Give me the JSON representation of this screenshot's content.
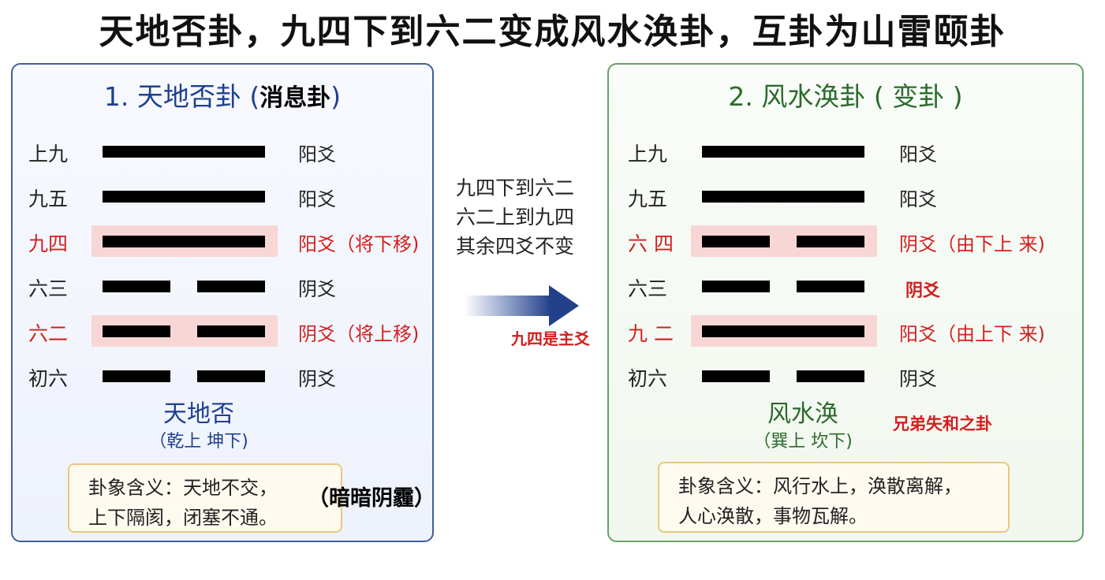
{
  "title": "天地否卦，九四下到六二变成风水涣卦，互卦为山雷颐卦",
  "left": {
    "title": "1. 天地否卦 (",
    "title_note": "消息卦",
    "title_end": ")",
    "rows": [
      {
        "label": "上九",
        "note": "阳爻"
      },
      {
        "label": "九五",
        "note": "阳爻"
      },
      {
        "label": "九四",
        "note": "阳爻（将下移)"
      },
      {
        "label": "六三",
        "note": "阴爻"
      },
      {
        "label": "六二",
        "note": "阴爻（将上移)"
      },
      {
        "label": "初六",
        "note": "阴爻"
      }
    ],
    "hex_name": "天地否",
    "hex_sub": "（乾上 坤下)",
    "meaning_line1": "卦象含义：天地不交，",
    "meaning_line2": "上下隔阂，闭塞不通。",
    "meaning_note": "（暗暗阴霾）"
  },
  "middle": {
    "line1": "九四下到六二",
    "line2": "六二上到九四",
    "line3": "其余四爻不变",
    "arrow_note": "九四是主爻"
  },
  "right": {
    "title": "2. 风水涣卦 ( 变卦 )",
    "rows": [
      {
        "label": "上九",
        "note": "阳爻"
      },
      {
        "label": "九五",
        "note": "阳爻"
      },
      {
        "label": "六 四",
        "note": "阴爻（由下上 来)"
      },
      {
        "label": "六三",
        "note": "阴爻"
      },
      {
        "label": "九 二",
        "note": "阳爻（由上下 来)"
      },
      {
        "label": "初六",
        "note": "阴爻"
      }
    ],
    "hex_name": "风水涣",
    "hex_sub": "（巽上 坎下)",
    "side_note": "兄弟失和之卦",
    "meaning_line1": "卦象含义：风行水上，涣散离解，",
    "meaning_line2": "人心涣散，事物瓦解。"
  },
  "colors": {
    "blue": "#1f3f8f",
    "green": "#2d6a2d",
    "red": "#d31f1f",
    "highlight": "#f9d6d6"
  }
}
